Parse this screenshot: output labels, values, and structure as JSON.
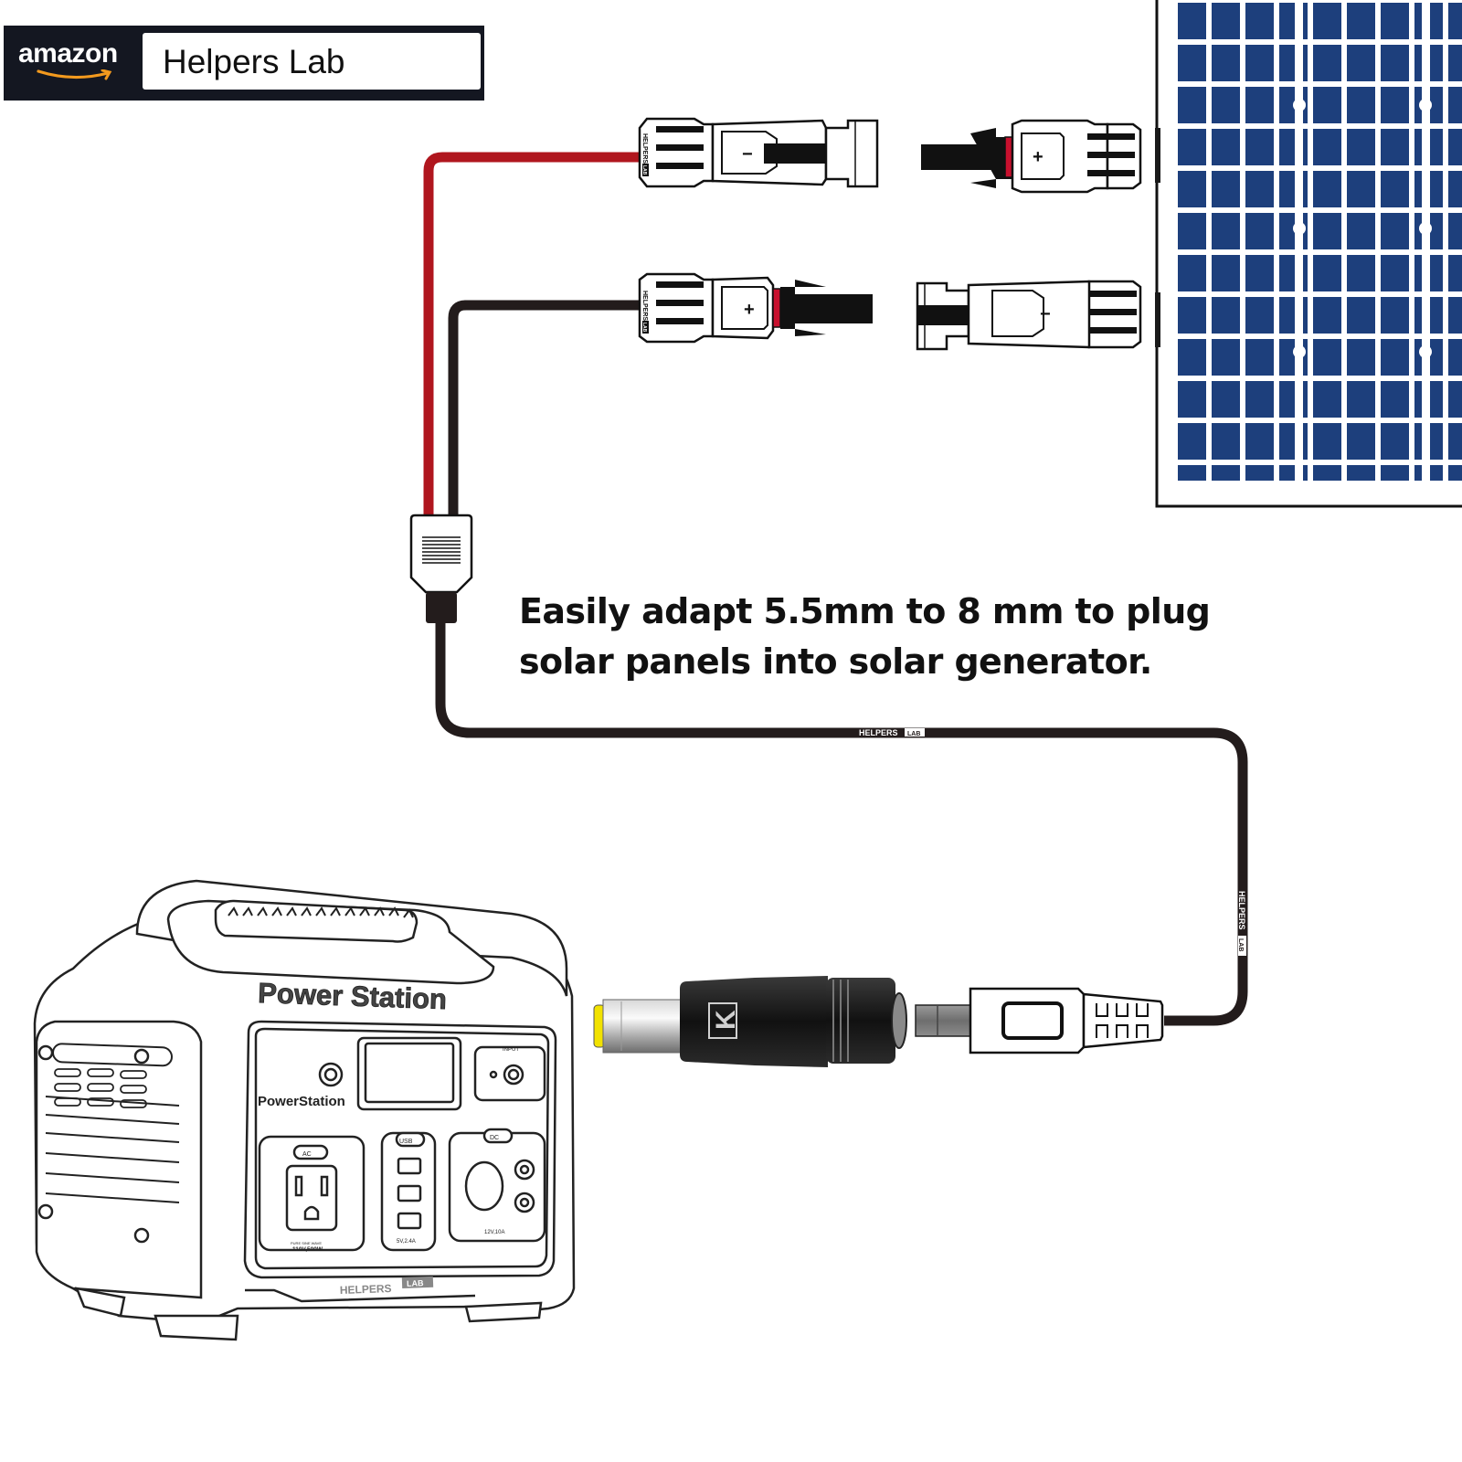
{
  "badge": {
    "marketplace": "amazon",
    "store_name": "Helpers Lab"
  },
  "caption": "Easily adapt 5.5mm to 8 mm to plug solar panels into solar generator.",
  "device": {
    "name": "Power Station",
    "brand_label": "PowerStation",
    "input_label": "INPUT",
    "ac_label": "AC",
    "usb_label": "USB",
    "dc_label": "DC",
    "ac_spec_line1": "PURE SINE WAVE",
    "ac_spec_line2": "110V,500W",
    "usb_spec": "5V,2.4A",
    "dc_spec": "12V,10A",
    "base_brand": "HELPERS",
    "base_brand_tag": "LAB"
  },
  "cable": {
    "brand": "HELPERS",
    "brand_tag": "LAB"
  },
  "connectors": {
    "brand": "HELPERS",
    "brand_tag": "LAB",
    "negative_symbol": "−",
    "positive_symbol": "+"
  },
  "adapter": {
    "logo_letter": "K"
  },
  "colors": {
    "panel_blue": "#1d3f7c",
    "positive_wire": "#b0161e",
    "negative_wire": "#231c1c",
    "pin_gold": "#f2e200",
    "badge_bg": "#141721",
    "amazon_smile": "#f39a1e"
  },
  "icons": [
    "solar-panel-icon",
    "mc4-connector-icon",
    "dc-adapter-icon",
    "power-station-icon",
    "amazon-smile-icon"
  ]
}
